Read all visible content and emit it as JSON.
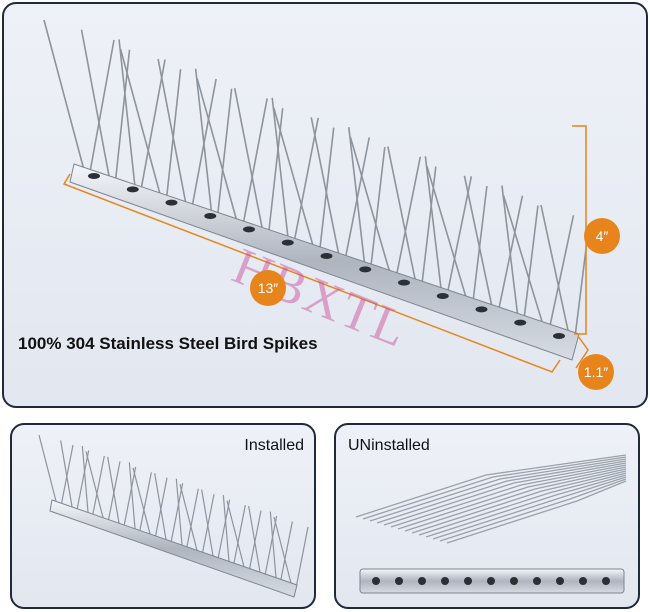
{
  "main": {
    "caption": "100% 304 Stainless Steel Bird Spikes",
    "watermark": "HBXTL",
    "dimensions": {
      "length": "13″",
      "height": "4″",
      "width": "1.1″"
    },
    "accent_color": "#e8841c"
  },
  "installed": {
    "caption": "Installed"
  },
  "uninstalled": {
    "caption": "UNinstalled"
  }
}
